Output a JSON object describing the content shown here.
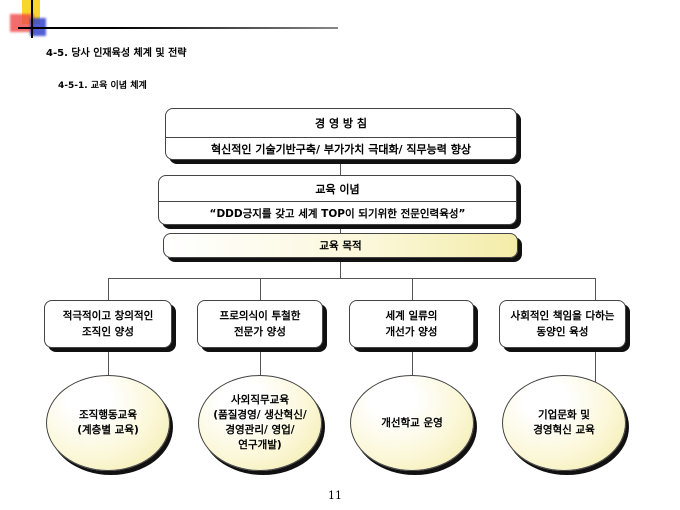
{
  "header": {
    "section_title": "4-5. 당사 인재육성 체계 및 전략",
    "subsection_title": "4-5-1. 교육 이념 체계"
  },
  "policy": {
    "title": "경 영 방 침",
    "text": "혁신적인 기술기반구축/ 부가가치 극대화/ 직무능력 향상"
  },
  "ideology": {
    "title": "교육 이념",
    "text": "“DDD긍지를 갖고 세계 TOP이 되기위한 전문인력육성”"
  },
  "purpose": {
    "title": "교육 목적"
  },
  "goals": [
    {
      "line1": "적극적이고 창의적인",
      "line2": "조직인 양성"
    },
    {
      "line1": "프로의식이 투철한",
      "line2": "전문가 양성"
    },
    {
      "line1": "세계 일류의",
      "line2": "개선가 양성"
    },
    {
      "line1": "사회적인 책임을 다하는",
      "line2": "동양인 육성"
    }
  ],
  "programs": [
    {
      "lines": [
        "조직행동교육",
        "(계층별 교육)"
      ]
    },
    {
      "lines": [
        "사외직무교육",
        "(품질경영/ 생산혁신/",
        "경영관리/ 영업/",
        "연구개발)"
      ]
    },
    {
      "lines": [
        "개선학교 운영"
      ]
    },
    {
      "lines": [
        "기업문화 및",
        "경영혁신 교육"
      ]
    }
  ],
  "page_number": "11"
}
